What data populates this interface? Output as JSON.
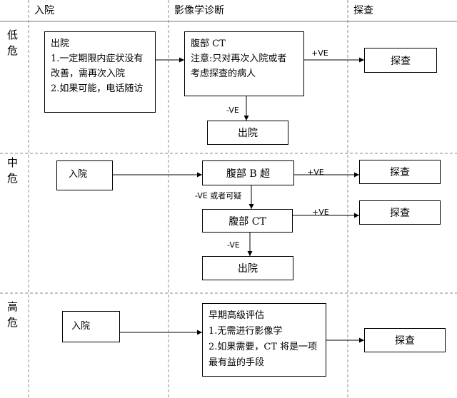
{
  "headers": {
    "admit": "入院",
    "imaging": "影像学诊断",
    "explore": "探查"
  },
  "risk_levels": {
    "low": [
      "低",
      "危"
    ],
    "mid": [
      "中",
      "危"
    ],
    "high": [
      "高",
      "危"
    ]
  },
  "low": {
    "discharge_box": {
      "title": "出院",
      "line1": "1.一定期限内症状没有",
      "line2": "改善，需再次入院",
      "line3": "2.如果可能，电话随访"
    },
    "ct_box": {
      "title": "腹部 CT",
      "line1": "注意:只对再次入院或者",
      "line2": "考虑探查的病人"
    },
    "explore_box": "探查",
    "discharge2": "出院",
    "pos_label": "+VE",
    "neg_label": "-VE"
  },
  "mid": {
    "admit_box": "入院",
    "us_box": "腹部 B 超",
    "explore1": "探查",
    "ct_box": "腹部 CT",
    "explore2": "探查",
    "discharge": "出院",
    "pos_label1": "+VE",
    "pos_label2": "+VE",
    "neg_doubt_label": "-VE 或者可疑",
    "neg_label": "-VE"
  },
  "high": {
    "admit_box": "入院",
    "eval_box": {
      "title": "早期高级评估",
      "line1": "1.无需进行影像学",
      "line2": "2.如果需要，CT 将是一项",
      "line3": "最有益的手段"
    },
    "explore_box": "探查"
  }
}
